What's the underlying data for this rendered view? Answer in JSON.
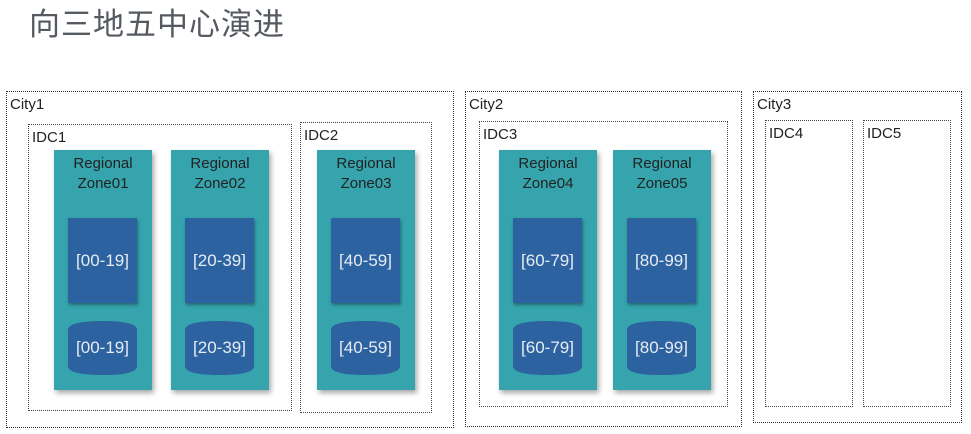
{
  "title": "向三地五中心演进",
  "colors": {
    "zone_bg": "#35a4ac",
    "shard_bg": "#2c62a0",
    "shard_text": "#e6ecf3",
    "border": "#333333"
  },
  "cities": [
    {
      "label": "City1",
      "idcs": [
        {
          "label": "IDC1",
          "zones": [
            {
              "line1": "Regional",
              "line2": "Zone01",
              "shard": "[00-19]",
              "db": "[00-19]"
            },
            {
              "line1": "Regional",
              "line2": "Zone02",
              "shard": "[20-39]",
              "db": "[20-39]"
            }
          ]
        },
        {
          "label": "IDC2",
          "zones": [
            {
              "line1": "Regional",
              "line2": "Zone03",
              "shard": "[40-59]",
              "db": "[40-59]"
            }
          ]
        }
      ]
    },
    {
      "label": "City2",
      "idcs": [
        {
          "label": "IDC3",
          "zones": [
            {
              "line1": "Regional",
              "line2": "Zone04",
              "shard": "[60-79]",
              "db": "[60-79]"
            },
            {
              "line1": "Regional",
              "line2": "Zone05",
              "shard": "[80-99]",
              "db": "[80-99]"
            }
          ]
        }
      ]
    },
    {
      "label": "City3",
      "idcs": [
        {
          "label": "IDC4",
          "zones": []
        },
        {
          "label": "IDC5",
          "zones": []
        }
      ]
    }
  ]
}
